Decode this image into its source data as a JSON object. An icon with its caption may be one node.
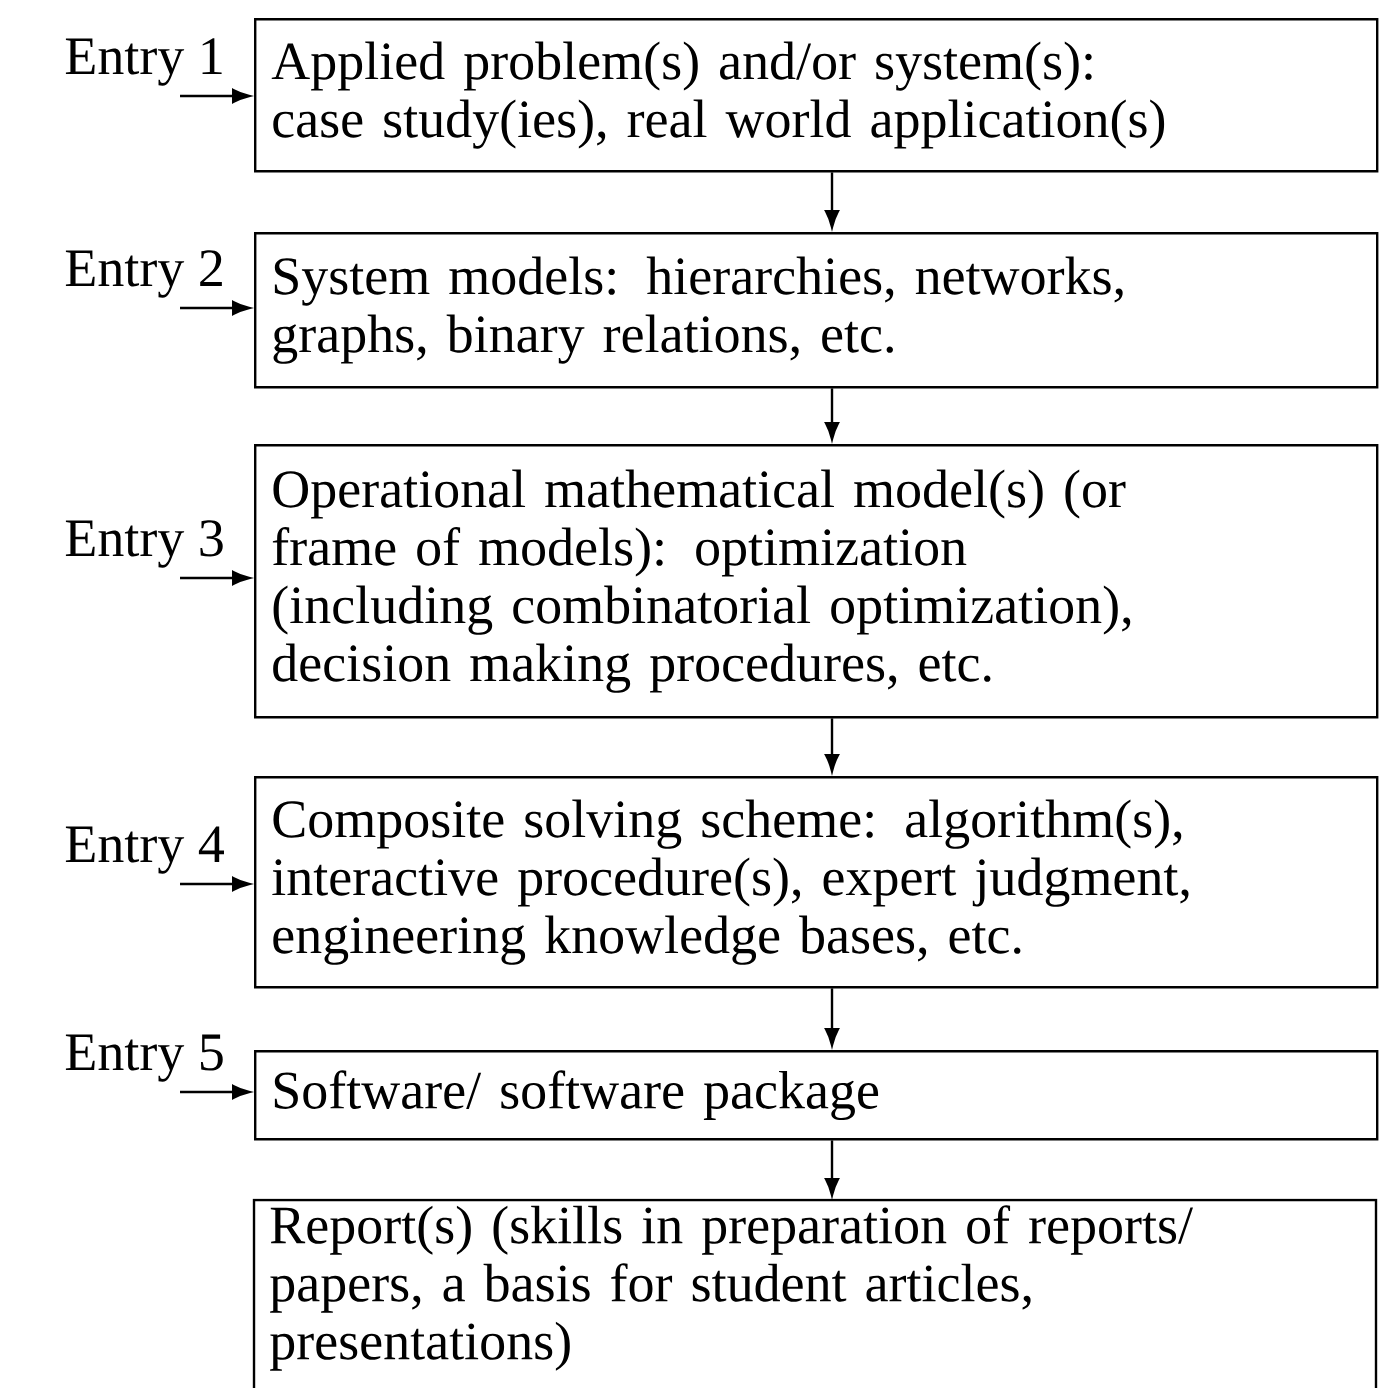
{
  "diagram": {
    "nodes": [
      {
        "text": [
          "Entry 1"
        ]
      },
      {
        "text": [
          "Applied problem(s) and/or system(s): case study(ies), real world application(s)"
        ]
      },
      {
        "text": [
          "Entry 2"
        ]
      },
      {
        "text": [
          "System models: hierarchies, networks, graphs, binary relations, etc."
        ]
      },
      {
        "text": [
          "Entry 3"
        ]
      },
      {
        "text": [
          "Operational mathematical model(s) (or frame of models): optimization (including combinatorial optimization), decision making procedures, etc."
        ]
      },
      {
        "text": [
          "Entry 4"
        ]
      },
      {
        "text": [
          "Composite solving scheme: algorithm(s), interactive procedure(s), expert judgment, engineering knowledge bases, etc."
        ]
      },
      {
        "text": [
          "Entry 5"
        ]
      },
      {
        "text": [
          "Software/ software package"
        ]
      },
      {
        "text": [
          "Report(s) (skills in preparation of reports/ papers, a basis for student articles, presentations)"
        ]
      }
    ],
    "edges": [
      {
        "from": 0,
        "to": 1,
        "arrow": "to"
      },
      {
        "from": 1,
        "to": 3,
        "arrow": "to"
      },
      {
        "from": 2,
        "to": 3,
        "arrow": "to"
      },
      {
        "from": 3,
        "to": 5,
        "arrow": "to"
      },
      {
        "from": 4,
        "to": 5,
        "arrow": "to"
      },
      {
        "from": 5,
        "to": 7,
        "arrow": "to"
      },
      {
        "from": 6,
        "to": 7,
        "arrow": "to"
      },
      {
        "from": 7,
        "to": 9,
        "arrow": "to"
      },
      {
        "from": 8,
        "to": 9,
        "arrow": "to"
      },
      {
        "from": 9,
        "to": 10,
        "arrow": "to"
      }
    ]
  }
}
